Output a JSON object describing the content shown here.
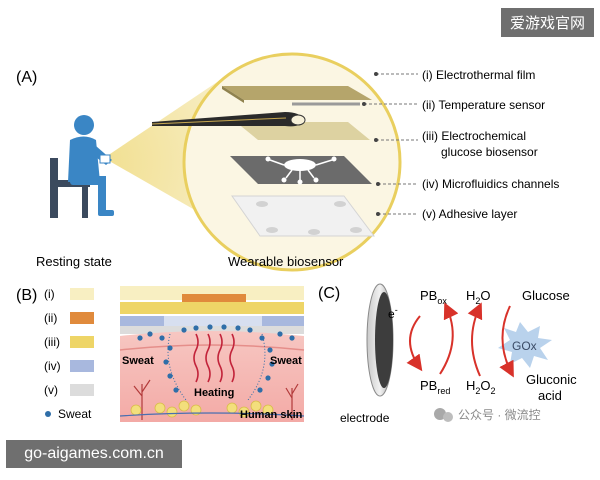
{
  "watermarks": {
    "top": "爱游戏官网",
    "bottom": "go-aigames.com.cn",
    "wechat": "公众号 · 微流控"
  },
  "panel_a": {
    "label": "(A)",
    "caption_left": "Resting state",
    "caption_center": "Wearable biosensor",
    "layers": [
      {
        "line1": "(i) Electrothermal film",
        "line2": ""
      },
      {
        "line1": "(ii) Temperature sensor",
        "line2": ""
      },
      {
        "line1": "(iii) Electrochemical",
        "line2": "glucose biosensor"
      },
      {
        "line1": "(iv) Microfluidics channels",
        "line2": ""
      },
      {
        "line1": "(v) Adhesive layer",
        "line2": ""
      }
    ]
  },
  "panel_b": {
    "label": "(B)",
    "legend": [
      {
        "text": "(i)",
        "color": "#f8efc2"
      },
      {
        "text": "(ii)",
        "color": "#e08a3c"
      },
      {
        "text": "(iii)",
        "color": "#eed567"
      },
      {
        "text": "(iv)",
        "color": "#a8b8de"
      },
      {
        "text": "(v)",
        "color": "#dcdcdc"
      }
    ],
    "legend_sweat": "Sweat",
    "sweat_left": "Sweat",
    "sweat_right": "Sweat",
    "heating": "Heating",
    "human_skin": "Human skin"
  },
  "panel_c": {
    "label": "(C)",
    "electrode": "electrode",
    "e_minus": "e",
    "e_sup": "-",
    "pb_ox": "PB",
    "pb_ox_sub": "ox",
    "pb_red": "PB",
    "pb_red_sub": "red",
    "h2o": "H",
    "h2o_sub": "2",
    "h2o_tail": "O",
    "h2o2": "H",
    "h2o2_sub1": "2",
    "h2o2_mid": "O",
    "h2o2_sub2": "2",
    "glucose": "Glucose",
    "gox": "GOx",
    "gluconic_1": "Gluconic",
    "gluconic_2": "acid"
  },
  "colors": {
    "arrow_red": "#d8322a",
    "sweat_dot": "#2f6ea8",
    "person_blue": "#3a86c5",
    "beam": "#f4e7a6"
  }
}
